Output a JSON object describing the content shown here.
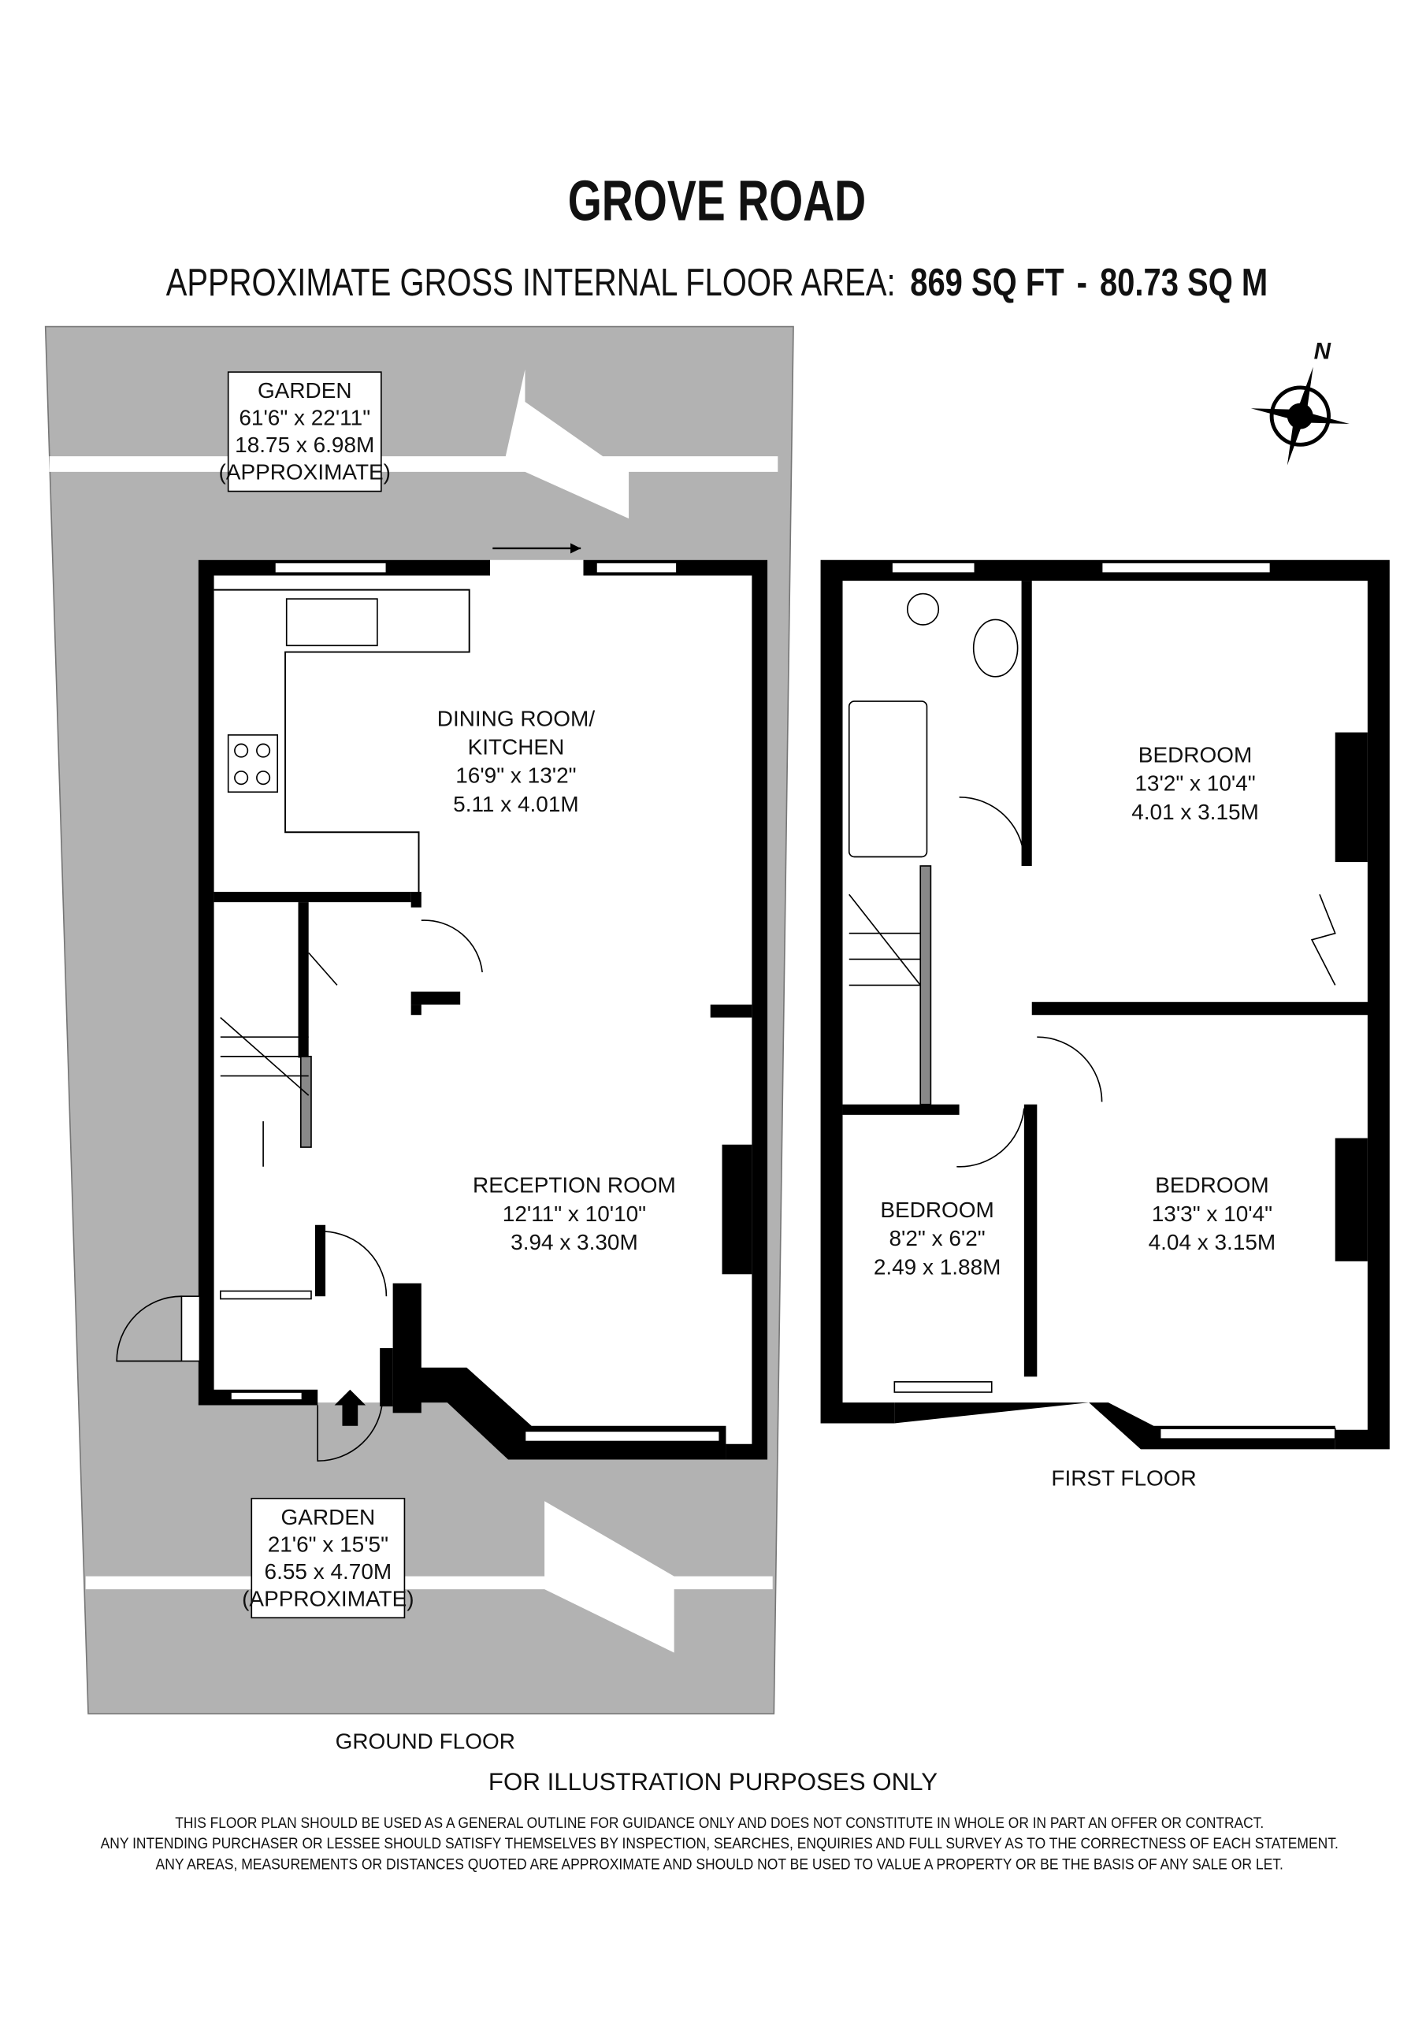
{
  "title": "GROVE ROAD",
  "area": {
    "label": "APPROXIMATE GROSS INTERNAL FLOOR AREA:",
    "sqft": "869 SQ FT",
    "sep": "-",
    "sqm": "80.73 SQ M"
  },
  "compass": {
    "label": "N"
  },
  "gardens": [
    {
      "name": "GARDEN",
      "imperial": "61'6\" x 22'11\"",
      "metric": "18.75 x 6.98M",
      "note": "(APPROXIMATE)"
    },
    {
      "name": "GARDEN",
      "imperial": "21'6\" x 15'5\"",
      "metric": "6.55 x 4.70M",
      "note": "(APPROXIMATE)"
    }
  ],
  "rooms": {
    "dining": {
      "name1": "DINING ROOM/",
      "name2": "KITCHEN",
      "imperial": "16'9\" x 13'2\"",
      "metric": "5.11 x 4.01M"
    },
    "reception": {
      "name": "RECEPTION ROOM",
      "imperial": "12'11\" x 10'10\"",
      "metric": "3.94 x 3.30M"
    },
    "bed1": {
      "name": "BEDROOM",
      "imperial": "13'2\" x 10'4\"",
      "metric": "4.01 x 3.15M"
    },
    "bed2": {
      "name": "BEDROOM",
      "imperial": "13'3\" x 10'4\"",
      "metric": "4.04 x 3.15M"
    },
    "bed3": {
      "name": "BEDROOM",
      "imperial": "8'2\" x 6'2\"",
      "metric": "2.49 x 1.88M"
    }
  },
  "floors": {
    "ground": "GROUND FLOOR",
    "first": "FIRST FLOOR"
  },
  "illustration": "FOR ILLUSTRATION PURPOSES ONLY",
  "disclaimer": [
    "THIS FLOOR PLAN SHOULD BE USED AS A GENERAL OUTLINE FOR GUIDANCE ONLY AND DOES NOT CONSTITUTE IN WHOLE OR IN PART AN OFFER OR CONTRACT.",
    "ANY INTENDING PURCHASER OR LESSEE SHOULD SATISFY THEMSELVES BY INSPECTION, SEARCHES, ENQUIRIES AND FULL SURVEY AS TO THE CORRECTNESS OF EACH STATEMENT.",
    "ANY AREAS, MEASUREMENTS OR DISTANCES QUOTED ARE APPROXIMATE AND SHOULD NOT BE USED TO VALUE A PROPERTY OR BE THE BASIS OF ANY SALE OR LET."
  ],
  "colors": {
    "garden": "#b2b2b2",
    "wall": "#000000"
  }
}
